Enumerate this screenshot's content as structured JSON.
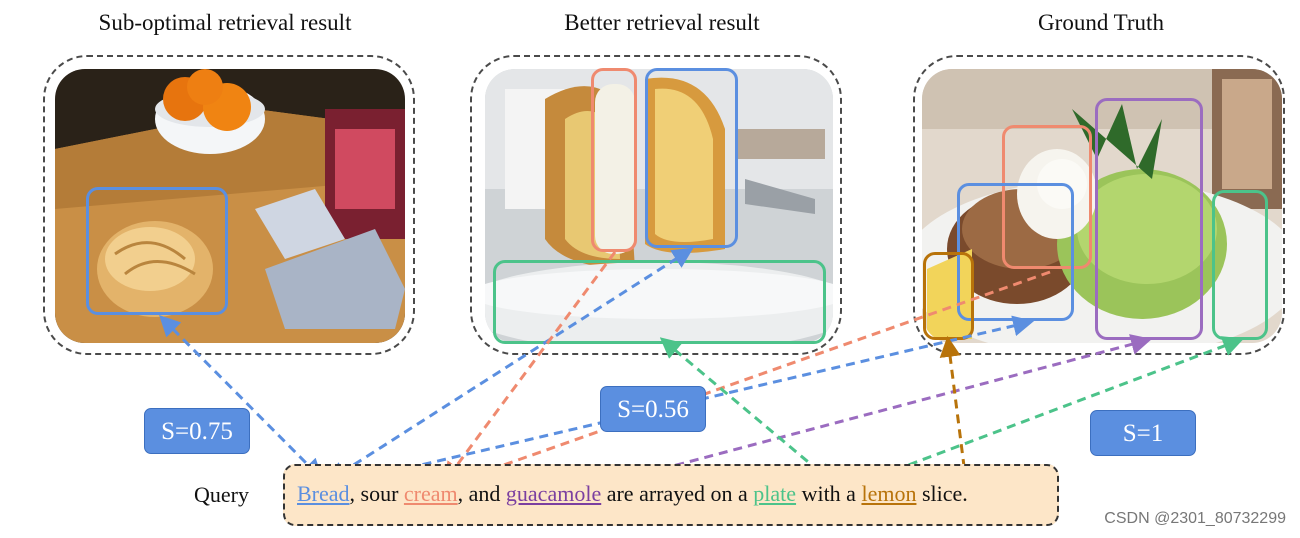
{
  "panels": [
    {
      "title": "Sub-optimal retrieval result"
    },
    {
      "title": "Better retrieval result"
    },
    {
      "title": "Ground Truth"
    }
  ],
  "scores": [
    "S=0.75",
    "S=0.56",
    "S=1"
  ],
  "query": {
    "label": "Query",
    "parts": [
      {
        "text": "Bread",
        "highlight": "bread"
      },
      {
        "text": ", sour ",
        "highlight": null
      },
      {
        "text": "cream",
        "highlight": "cream"
      },
      {
        "text": ", and ",
        "highlight": null
      },
      {
        "text": "guacamole",
        "highlight": "guacamole"
      },
      {
        "text": " are arrayed on a ",
        "highlight": null
      },
      {
        "text": "plate",
        "highlight": "plate"
      },
      {
        "text": " with a ",
        "highlight": null
      },
      {
        "text": "lemon",
        "highlight": "lemon"
      },
      {
        "text": " slice.",
        "highlight": null
      }
    ]
  },
  "colors": {
    "bread": "#5b8fe0",
    "cream": "#ef8a6f",
    "guacamole": "#7b3fa0",
    "plate": "#4cc38a",
    "lemon": "#b8730a",
    "purple_box": "#9b6cc0"
  },
  "watermark": "CSDN @2301_80732299"
}
